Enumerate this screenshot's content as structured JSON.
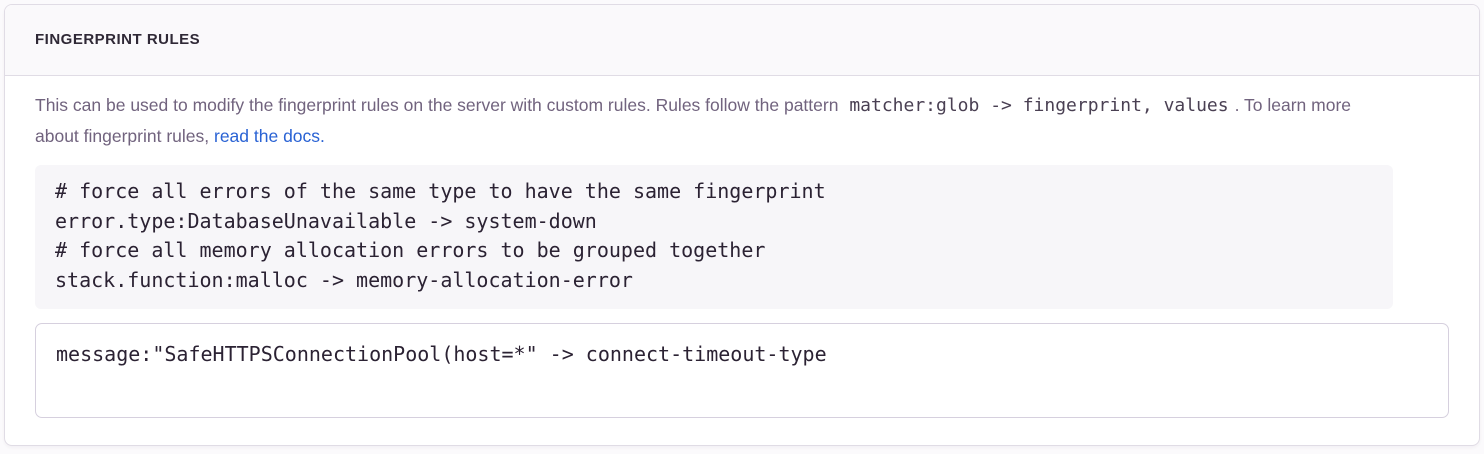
{
  "panel": {
    "title": "FINGERPRINT RULES",
    "description": {
      "text_before_code": "This can be used to modify the fingerprint rules on the server with custom rules. Rules follow the pattern ",
      "inline_code": "matcher:glob -> fingerprint, values",
      "text_after_code": ". To learn more about fingerprint rules, ",
      "link_text": "read the docs."
    },
    "example_code": "# force all errors of the same type to have the same fingerprint\nerror.type:DatabaseUnavailable -> system-down\n# force all memory allocation errors to be grouped together\nstack.function:malloc -> memory-allocation-error",
    "rules_input_value": "message:\"SafeHTTPSConnectionPool(host=*\" -> connect-timeout-type"
  },
  "colors": {
    "link": "#2962d4",
    "text_muted": "#71637e",
    "text_dark": "#2b2233",
    "panel_border": "#e0dce5",
    "header_bg": "#faf9fb",
    "code_block_bg": "#f7f6f9"
  }
}
